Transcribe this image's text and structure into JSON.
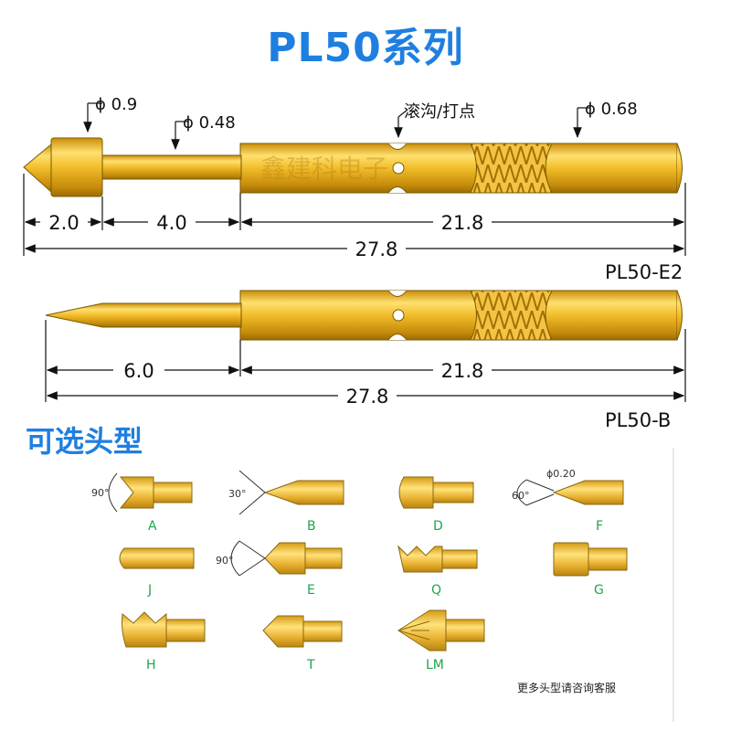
{
  "title": "PL50系列",
  "watermark": "鑫建科电子",
  "section_title": "可选头型",
  "note": "更多头型请咨询客服",
  "colors": {
    "title": "#1f7fe0",
    "tip_label": "#1fa54a",
    "gold": "#e0a81c"
  },
  "probe_e2": {
    "model": "PL50-E2",
    "diam_head": "ϕ 0.9",
    "diam_plunger": "ϕ 0.48",
    "diam_barrel": "ϕ 0.68",
    "groove": "滚沟/打点",
    "dim_head": "2.0",
    "dim_plunger": "4.0",
    "dim_barrel": "21.8",
    "dim_total": "27.8"
  },
  "probe_b": {
    "model": "PL50-B",
    "dim_plunger": "6.0",
    "dim_barrel": "21.8",
    "dim_total": "27.8"
  },
  "tips": {
    "A": "A",
    "B": "B",
    "D": "D",
    "F": "F",
    "J": "J",
    "E": "E",
    "Q": "Q",
    "G": "G",
    "H": "H",
    "T": "T",
    "LM": "LM",
    "angle_A": "90°",
    "angle_B": "30°",
    "angle_F": "60°",
    "angle_E": "90°",
    "diam_F": "ϕ0.20"
  }
}
